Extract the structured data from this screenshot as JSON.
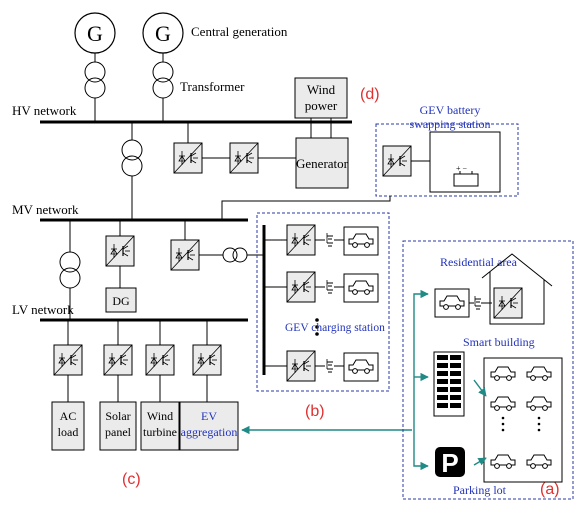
{
  "labels": {
    "central_generation": "Central generation",
    "transformer": "Transformer",
    "hv_network": "HV network",
    "mv_network": "MV network",
    "lv_network": "LV network",
    "wind_power_1": "Wind",
    "wind_power_2": "power",
    "generator": "Generator",
    "gev_swap_1": "GEV battery",
    "gev_swap_2": "swapping station",
    "dg": "DG",
    "gev_charging": "GEV charging station",
    "residential_area": "Residential area",
    "smart_building": "Smart building",
    "parking_lot": "Parking lot",
    "ac_load_1": "AC",
    "ac_load_2": "load",
    "solar_panel_1": "Solar",
    "solar_panel_2": "panel",
    "wind_turbine_1": "Wind",
    "wind_turbine_2": "turbine",
    "ev_aggregation_1": "EV",
    "ev_aggregation_2": "aggregation",
    "marker_a": "(a)",
    "marker_b": "(b)",
    "marker_c": "(c)",
    "marker_d": "(d)",
    "generator_symbol": "G",
    "parking_symbol": "P"
  },
  "colors": {
    "region_border": "#2b3aa8",
    "connection": "#1f8a86",
    "blue_text": "#2233bb",
    "red_marker": "#e03030",
    "converter_fill": "#ebebeb"
  }
}
